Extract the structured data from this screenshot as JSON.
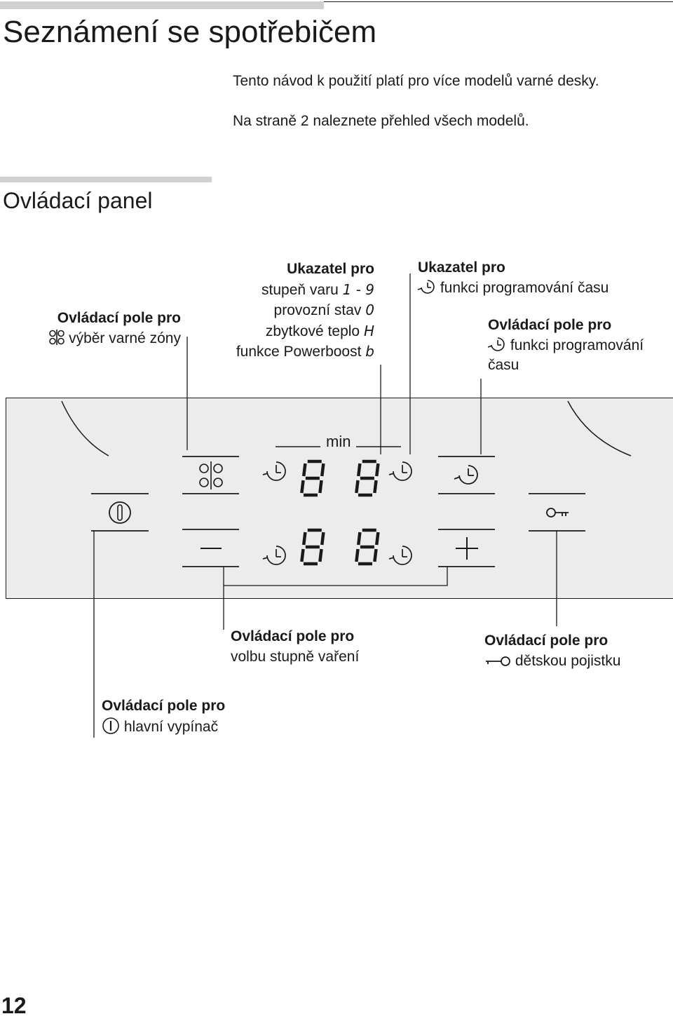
{
  "page": {
    "title": "Seznámení se spotřebičem",
    "intro": [
      "Tento návod k použití platí pro více modelů varné desky.",
      "Na straně 2 naleznete přehled všech modelů."
    ],
    "section_title": "Ovládací panel",
    "page_number": "12"
  },
  "labels": {
    "zone_select": {
      "title": "Ovládací pole pro",
      "text": "výběr varné zóny"
    },
    "indicator_display": {
      "title": "Ukazatel pro",
      "line1": "stupeň varu",
      "line1_symbols": "1 - 9",
      "line2": "provozní stav",
      "line2_symbol": "0",
      "line3": "zbytkové teplo",
      "line3_symbol": "H",
      "line4": "funkce Powerboost",
      "line4_symbol": "b"
    },
    "timer_indicator": {
      "title": "Ukazatel pro",
      "text": "funkci programování času"
    },
    "timer_control": {
      "title": "Ovládací pole pro",
      "line1": "funkci programování",
      "line2": "času"
    },
    "power_level": {
      "title": "Ovládací pole pro",
      "text": "volbu stupně vaření"
    },
    "child_lock": {
      "title": "Ovládací pole pro",
      "text": "dětskou pojistku"
    },
    "main_switch": {
      "title": "Ovládací pole pro",
      "text": "hlavní vypínač"
    }
  },
  "panel": {
    "min_label": "min",
    "digits": [
      "8",
      "8",
      "8",
      "8"
    ]
  }
}
